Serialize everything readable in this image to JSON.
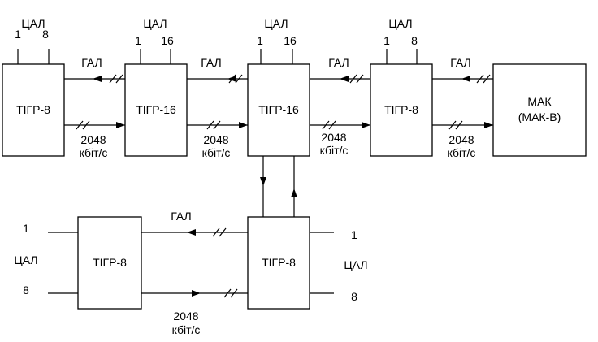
{
  "blocks": {
    "b1": "ТІГР-8",
    "b2": "ТІГР-16",
    "b3": "ТІГР-16",
    "b4": "ТІГР-8",
    "mak_line1": "МАК",
    "mak_line2": "(МАК-В)",
    "b6": "ТІГР-8",
    "b7": "ТІГР-8"
  },
  "top_ports": [
    {
      "name": "ЦАЛ",
      "from": "1",
      "to": "8"
    },
    {
      "name": "ЦАЛ",
      "from": "1",
      "to": "16"
    },
    {
      "name": "ЦАЛ",
      "from": "1",
      "to": "16"
    },
    {
      "name": "ЦАЛ",
      "from": "1",
      "to": "8"
    }
  ],
  "gal_labels": [
    "ГАЛ",
    "ГАЛ",
    "ГАЛ",
    "ГАЛ",
    "ГАЛ"
  ],
  "rate_labels": [
    {
      "value": "2048",
      "unit": "кбіт/с"
    },
    {
      "value": "2048",
      "unit": "кбіт/с"
    },
    {
      "value": "2048",
      "unit": "кбіт/с"
    },
    {
      "value": "2048",
      "unit": "кбіт/с"
    },
    {
      "value": "2048",
      "unit": "кбіт/с"
    }
  ],
  "left_port": {
    "from": "1",
    "name": "ЦАЛ",
    "to": "8"
  },
  "right_port": {
    "from": "1",
    "name": "ЦАЛ",
    "to": "8"
  }
}
